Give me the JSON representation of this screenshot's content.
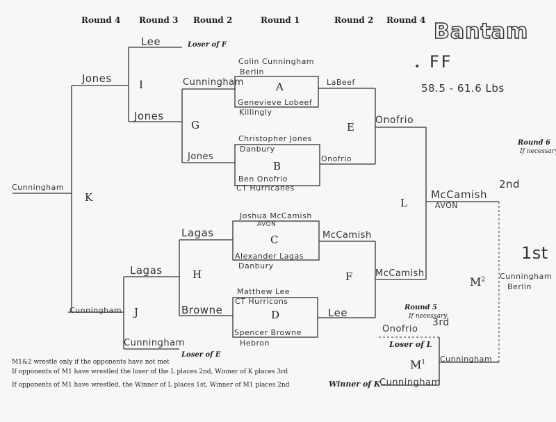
{
  "title": "Bantam",
  "division": "FF",
  "weight": "58.5 - 61.6 Lbs",
  "headers": {
    "left_r4": "Round 4",
    "left_r3": "Round 3",
    "left_r2": "Round 2",
    "r1": "Round 1",
    "right_r2": "Round 2",
    "right_r4": "Round 4",
    "r6": "Round 6",
    "r6_note": "If necessary",
    "r5": "Round 5",
    "r5_note": "If necessary"
  },
  "labels": {
    "loser_f": "Loser of F",
    "loser_e": "Loser of E",
    "loser_l": "Loser of L",
    "winner_k": "Winner of K"
  },
  "letters": {
    "A": "A",
    "B": "B",
    "C": "C",
    "D": "D",
    "E": "E",
    "F": "F",
    "G": "G",
    "H": "H",
    "I": "I",
    "J": "J",
    "K": "K",
    "L": "L",
    "M1": "M",
    "M2": "M"
  },
  "wrestlers": {
    "a_top": "Colin Cunningham",
    "a_top_team": "Berlin",
    "a_bot": "Genevieve Lobeef",
    "a_bot_team": "Killingly",
    "b_top": "Christopher Jones",
    "b_top_team": "Danbury",
    "b_bot": "Ben Onofrio",
    "b_bot_team": "CT Hurricanes",
    "c_top": "Joshua McCamish",
    "c_top_team": "AVON",
    "c_bot": "Alexander Lagas",
    "c_bot_team": "Danbury",
    "d_top": "Matthew Lee",
    "d_top_team": "CT Hurricons",
    "d_bot": "Spencer Browne",
    "d_bot_team": "Hebron"
  },
  "results": {
    "g_top": "Cunningham",
    "g_bot": "Jones",
    "i_top": "Lee",
    "i_bot": "Jones",
    "k_top": "Jones",
    "k_bot": "Cunningham",
    "k_winner": "Cunningham",
    "h_top": "Lagas",
    "h_bot": "Browne",
    "j_top": "Lagas",
    "j_bot": "Cunningham",
    "e_top": "LaBeef",
    "e_bot": "Onofrio",
    "f_top": "McCamish",
    "f_bot": "Lee",
    "l_top": "Onofrio",
    "l_bot": "McCamish",
    "l_winner": "McCamish",
    "l_winner_team": "AVON",
    "second": "2nd",
    "m1_top": "Onofrio",
    "third": "3rd",
    "m1_bot": "Cunningham",
    "m2_top": "Cunningham",
    "first": "1st",
    "first_name": "Cunningham",
    "first_team": "Berlin"
  },
  "notes": {
    "n1": "M1&2 wrestle only if the opponents have not met",
    "n2": "If opponents of M1 have wrestled the loser of the L places 2nd, Winner of K places 3rd",
    "n3": "If opponents of M1 have wrestled, the Winner of L places 1st, Winner of M1 places 2nd"
  }
}
